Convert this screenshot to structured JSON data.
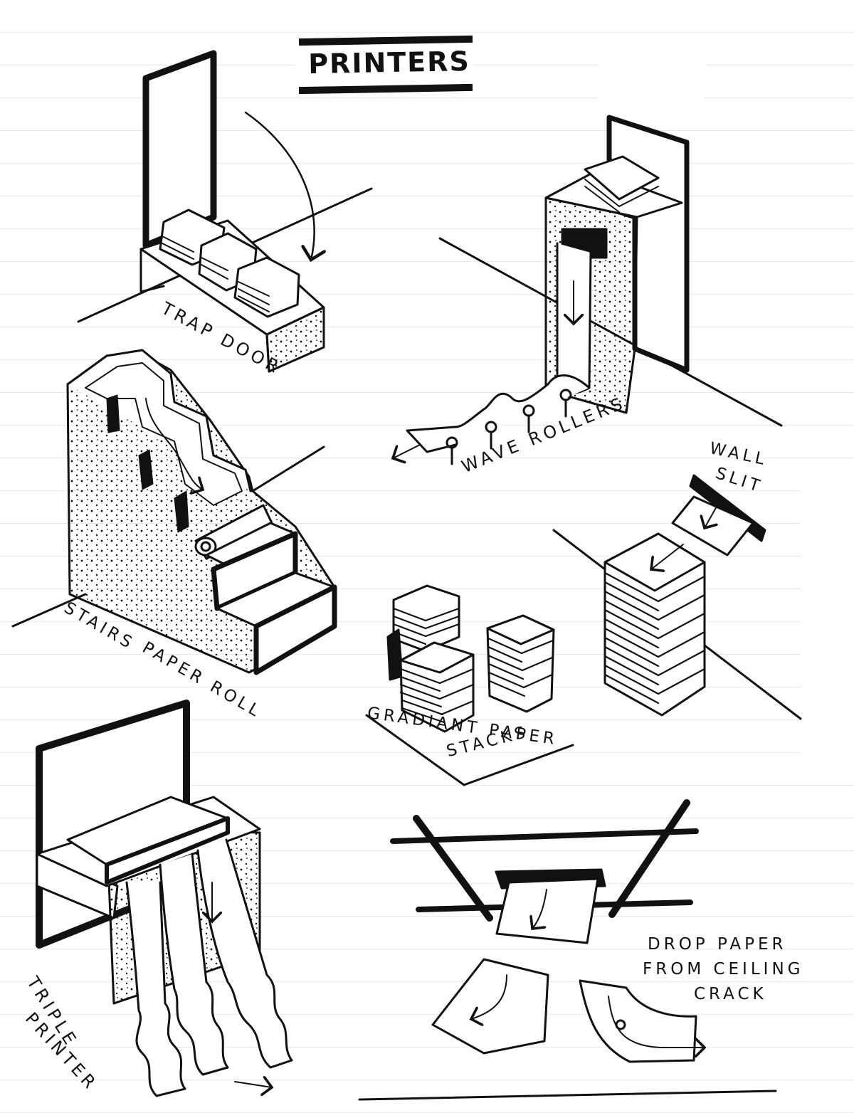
{
  "title": "PRINTERS",
  "concepts": [
    {
      "id": "trap-door",
      "label": "TRAP DOOR"
    },
    {
      "id": "wave-rollers",
      "label": "WAVE ROLLERS"
    },
    {
      "id": "wall-slit",
      "label_line1": "WALL",
      "label_line2": "SLIT"
    },
    {
      "id": "stairs-paper-roll",
      "label_line1": "STAIRS",
      "label_line2": "PAPER ROLL"
    },
    {
      "id": "gradiant-paper-stacks",
      "label_line1": "GRADIANT PAPER",
      "label_line2": "STACKS"
    },
    {
      "id": "triple-printer",
      "label_line1": "TRIPLE",
      "label_line2": "PRINTER"
    },
    {
      "id": "drop-paper",
      "label_line1": "DROP PAPER",
      "label_line2": "FROM CEILING",
      "label_line3": "CRACK"
    }
  ],
  "colors": {
    "ink": "#111111",
    "paper": "#ffffff",
    "rule": "#e9e9e9"
  }
}
